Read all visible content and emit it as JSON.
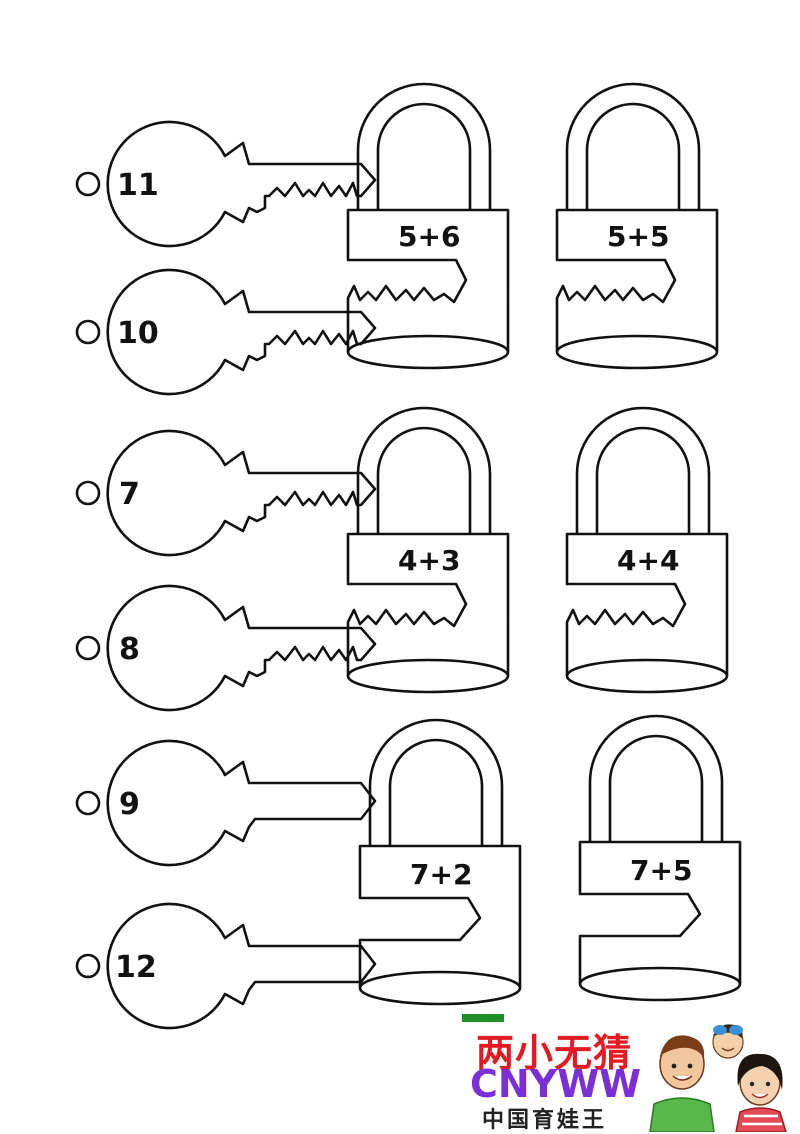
{
  "keys": [
    {
      "label": "11"
    },
    {
      "label": "10"
    },
    {
      "label": "7"
    },
    {
      "label": "8"
    },
    {
      "label": "9"
    },
    {
      "label": "12"
    }
  ],
  "locks": [
    {
      "label": "5+6"
    },
    {
      "label": "5+5"
    },
    {
      "label": "4+3"
    },
    {
      "label": "4+4"
    },
    {
      "label": "7+2"
    },
    {
      "label": "7+5"
    }
  ],
  "watermark": {
    "cn": "两小无猜",
    "en": "CNYWW",
    "sub": "中国育娃王"
  },
  "colors": {
    "ink": "#111111",
    "wm_red": "#e21b23",
    "wm_purple": "#7b2fd6",
    "wm_green": "#1f8f2a"
  }
}
